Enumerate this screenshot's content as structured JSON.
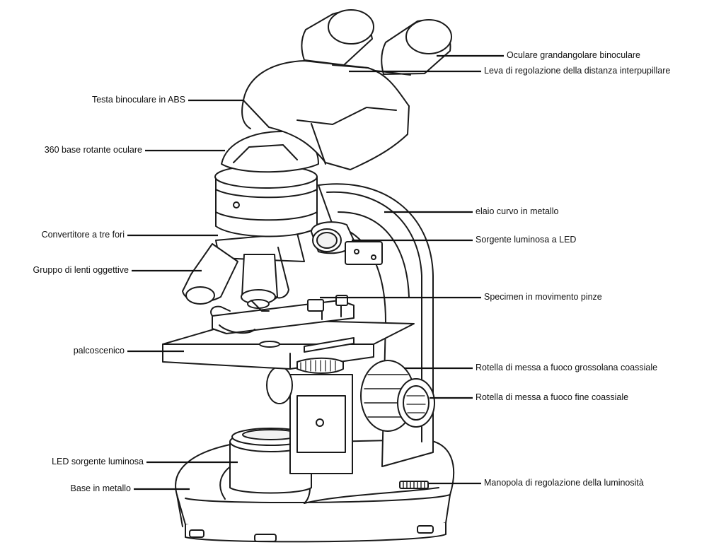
{
  "labels": {
    "oculare": "Oculare grandangolare binoculare",
    "leva": "Leva di regolazione della distanza interpupillare",
    "testa": "Testa binoculare in ABS",
    "base360": "360 base rotante oculare",
    "telaio": "elaio curvo in metallo",
    "convertitore": "Convertitore a tre fori",
    "sorgente_led": "Sorgente luminosa a LED",
    "gruppo_lenti": "Gruppo di lenti oggettive",
    "pinze": "Specimen in movimento pinze",
    "palcoscenico": "palcoscenico",
    "grossolana": "Rotella di messa a fuoco grossolana coassiale",
    "fine": "Rotella di messa a fuoco fine coassiale",
    "led_base": "LED sorgente luminosa",
    "base_metallo": "Base in metallo",
    "manopola": "Manopola di regolazione della luminosità"
  }
}
